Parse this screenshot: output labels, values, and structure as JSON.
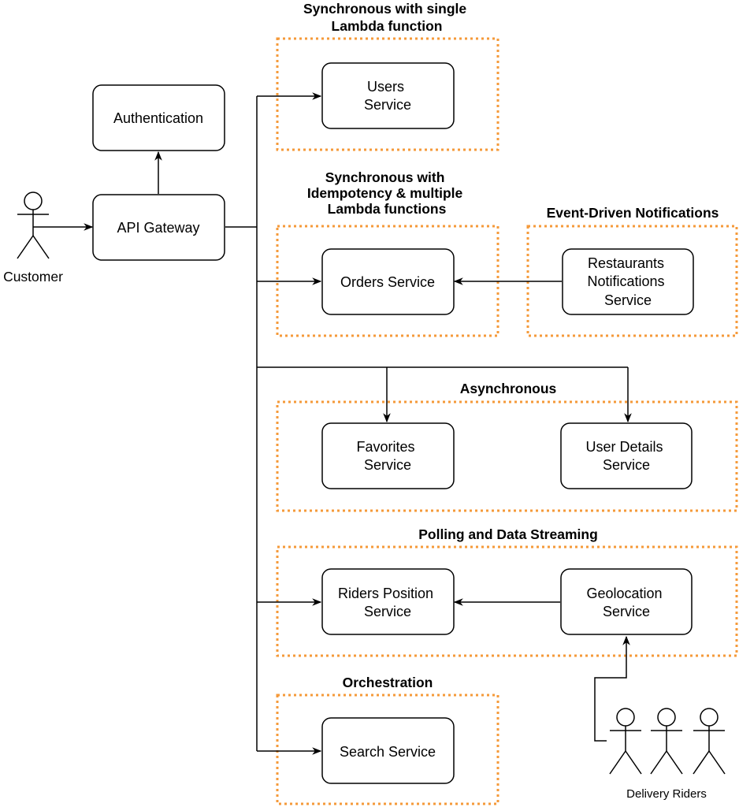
{
  "groups": {
    "sync_single": {
      "title_lines": [
        "Synchronous with single",
        "Lambda function"
      ]
    },
    "sync_idem": {
      "title_lines": [
        "Synchronous with",
        "Idempotency & multiple",
        "Lambda functions"
      ]
    },
    "event_driven": {
      "title": "Event-Driven Notifications"
    },
    "async": {
      "title": "Asynchronous"
    },
    "polling": {
      "title": "Polling and Data Streaming"
    },
    "orchestration": {
      "title": "Orchestration"
    }
  },
  "nodes": {
    "authentication": {
      "lines": [
        "Authentication"
      ]
    },
    "api_gateway": {
      "lines": [
        "API Gateway"
      ]
    },
    "users_service": {
      "lines": [
        "Users",
        "Service"
      ]
    },
    "orders_service": {
      "lines": [
        "Orders Service"
      ]
    },
    "restaurants_notifications": {
      "lines": [
        "Restaurants",
        "Notifications",
        "Service"
      ]
    },
    "favorites_service": {
      "lines": [
        "Favorites",
        "Service"
      ]
    },
    "user_details_service": {
      "lines": [
        "User Details",
        "Service"
      ]
    },
    "riders_position_service": {
      "lines": [
        "Riders Position",
        "Service"
      ]
    },
    "geolocation_service": {
      "lines": [
        "Geolocation",
        "Service"
      ]
    },
    "search_service": {
      "lines": [
        "Search Service"
      ]
    }
  },
  "actors": {
    "customer": {
      "label": "Customer"
    },
    "delivery_riders": {
      "label": "Delivery Riders"
    }
  },
  "colors": {
    "group_border": "#f59a3a",
    "line": "#000000",
    "box_fill": "#ffffff"
  }
}
